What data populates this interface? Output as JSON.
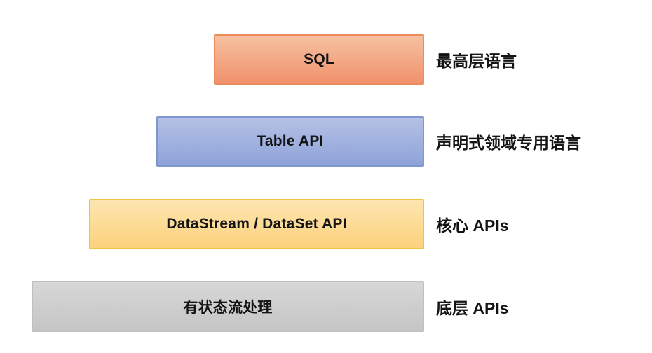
{
  "layers": [
    {
      "box_text": "SQL",
      "side_label": "最高层语言",
      "fill_top": "#F7C1A1",
      "fill_bottom": "#F0916B",
      "border": "#EC8C5D"
    },
    {
      "box_text": "Table API",
      "side_label": "声明式领域专用语言",
      "fill_top": "#B5C1E5",
      "fill_bottom": "#8EA3D9",
      "border": "#8096CF"
    },
    {
      "box_text": "DataStream / DataSet API",
      "side_label": "核心 APIs",
      "fill_top": "#FDE5B1",
      "fill_bottom": "#FCD27C",
      "border": "#F3C243"
    },
    {
      "box_text": "有状态流处理",
      "side_label": "底层 APIs",
      "fill_top": "#D7D7D7",
      "fill_bottom": "#C5C5C5",
      "border": "#BFBFBF"
    }
  ],
  "colors": {
    "background": "#FFFFFF",
    "text": "#141414"
  }
}
